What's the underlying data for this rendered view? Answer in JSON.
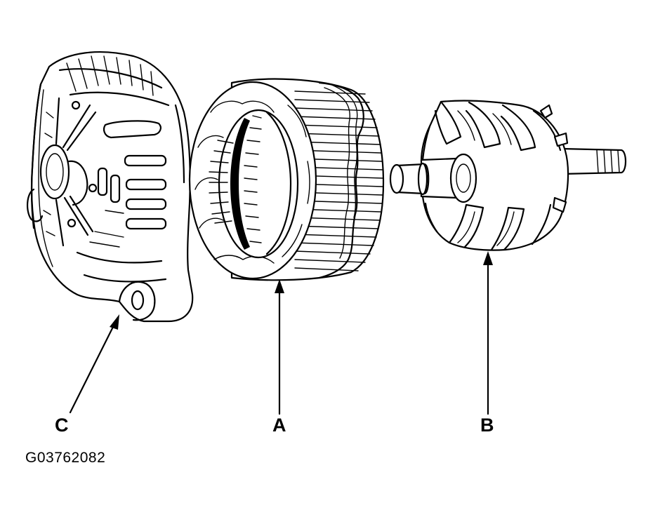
{
  "labels": {
    "stator": "A",
    "rotor": "B",
    "housing": "C"
  },
  "figure_id": "G03762082"
}
